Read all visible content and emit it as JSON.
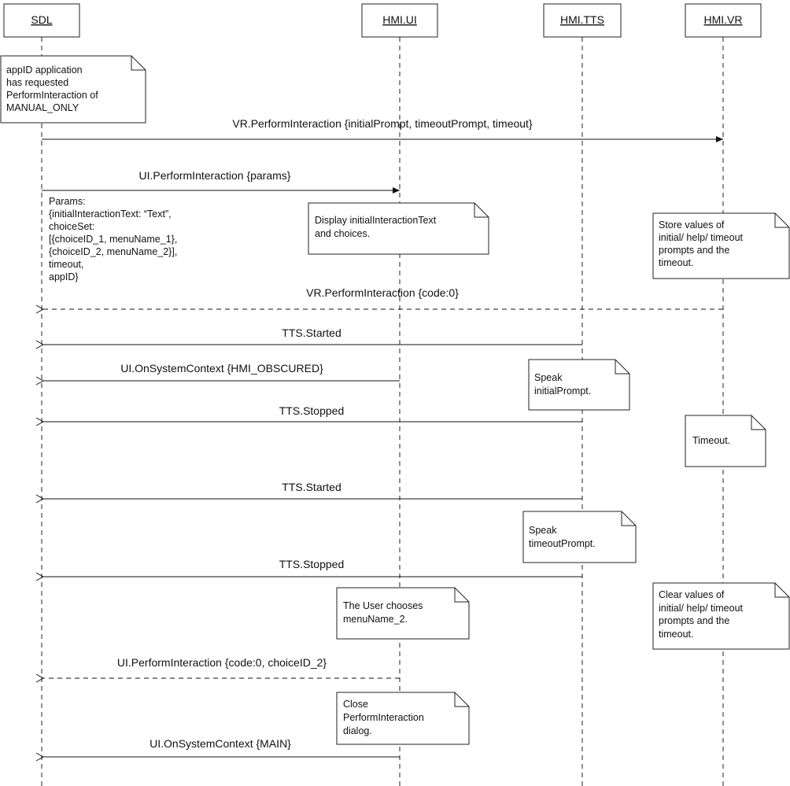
{
  "participants": [
    {
      "id": "sdl",
      "label": "SDL"
    },
    {
      "id": "hmi_ui",
      "label": "HMI.UI"
    },
    {
      "id": "hmi_tts",
      "label": "HMI.TTS"
    },
    {
      "id": "hmi_vr",
      "label": "HMI.VR"
    }
  ],
  "messages": [
    {
      "id": "m1",
      "label": "VR.PerformInteraction {initialPrompt, timeoutPrompt, timeout}",
      "style": "solid"
    },
    {
      "id": "m2",
      "label": "UI.PerformInteraction {params}",
      "style": "solid"
    },
    {
      "id": "m3",
      "label": "VR.PerformInteraction {code:0}",
      "style": "dashed"
    },
    {
      "id": "m4",
      "label": "TTS.Started",
      "style": "solid"
    },
    {
      "id": "m5",
      "label": "UI.OnSystemContext {HMI_OBSCURED}",
      "style": "solid"
    },
    {
      "id": "m6",
      "label": "TTS.Stopped",
      "style": "solid"
    },
    {
      "id": "m7",
      "label": "TTS.Started",
      "style": "solid"
    },
    {
      "id": "m8",
      "label": "TTS.Stopped",
      "style": "solid"
    },
    {
      "id": "m9",
      "label": "UI.PerformInteraction {code:0, choiceID_2}",
      "style": "dashed"
    },
    {
      "id": "m10",
      "label": "UI.OnSystemContext {MAIN}",
      "style": "solid"
    }
  ],
  "params_text": [
    "Params:",
    "{initialInteractionText: “Text”,",
    "choiceSet:",
    "[{choiceID_1, menuName_1},",
    "{choiceID_2, menuName_2}],",
    "timeout,",
    "appID}"
  ],
  "notes": [
    {
      "id": "n1",
      "lines": [
        "appID application",
        "has requested",
        "PerformInteraction of",
        "MANUAL_ONLY"
      ]
    },
    {
      "id": "n2",
      "lines": [
        "Display initialInteractionText",
        "and choices."
      ]
    },
    {
      "id": "n3",
      "lines": [
        "Store values of",
        "initial/ help/ timeout",
        "prompts and the",
        "timeout."
      ]
    },
    {
      "id": "n4",
      "lines": [
        "Speak",
        "initialPrompt."
      ]
    },
    {
      "id": "n5",
      "lines": [
        "Timeout."
      ]
    },
    {
      "id": "n6",
      "lines": [
        "Speak",
        "timeoutPrompt."
      ]
    },
    {
      "id": "n7",
      "lines": [
        "The User chooses",
        "menuName_2."
      ]
    },
    {
      "id": "n8",
      "lines": [
        "Clear values of",
        "initial/ help/ timeout",
        "prompts and the",
        "timeout."
      ]
    },
    {
      "id": "n9",
      "lines": [
        "Close",
        "PerformInteraction",
        "dialog."
      ]
    }
  ]
}
